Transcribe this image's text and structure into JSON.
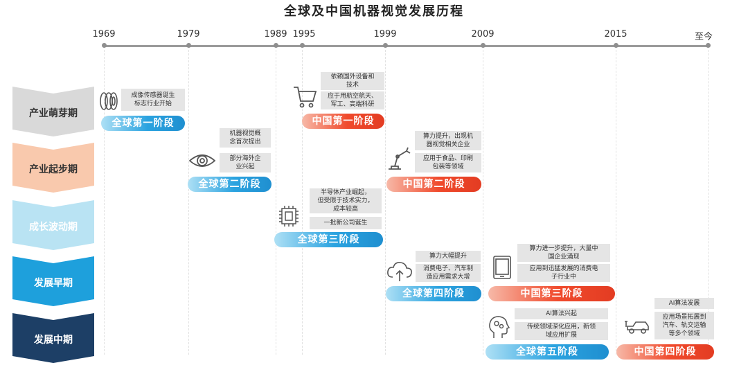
{
  "title": "全球及中国机器视觉发展历程",
  "timeline": {
    "years": [
      "1969",
      "1979",
      "1989",
      "1995",
      "1999",
      "2009",
      "2015",
      "至今"
    ]
  },
  "phases": [
    {
      "label": "产业萌芽期",
      "color": "#d9d9d9",
      "text_color": "#333333"
    },
    {
      "label": "产业起步期",
      "color": "#f9c9ad",
      "text_color": "#333333"
    },
    {
      "label": "成长波动期",
      "color": "#b9e3f3",
      "text_color": "#ffffff"
    },
    {
      "label": "发展早期",
      "color": "#1ea0dc",
      "text_color": "#ffffff"
    },
    {
      "label": "发展中期",
      "color": "#1d3f66",
      "text_color": "#ffffff"
    }
  ],
  "stages": {
    "global1": "全球第一阶段",
    "global2": "全球第二阶段",
    "global3": "全球第三阶段",
    "global4": "全球第四阶段",
    "global5": "全球第五阶段",
    "china1": "中国第一阶段",
    "china2": "中国第二阶段",
    "china3": "中国第三阶段",
    "china4": "中国第四阶段"
  },
  "notes": {
    "g1a": "成像传感器诞生\n标志行业开始",
    "g2a": "机器视觉概\n念首次提出",
    "g2b": "部分海外企\n业兴起",
    "g3a": "半导体产业崛起，\n但受限于技术实力，\n成本较高",
    "g3b": "一批新公司诞生",
    "g4a": "算力大幅提升",
    "g4b": "消费电子、汽车制\n造应用需求大增",
    "g5a": "AI算法兴起",
    "g5b": "传统领域深化应用，新领\n域应用扩展",
    "c1a": "依赖国外设备和\n技术",
    "c1b": "应于用航空航天、\n军工、高端科研",
    "c2a": "算力提升，出现机\n器视觉相关企业",
    "c2b": "应用于食品、印刷\n包装等领域",
    "c3a": "算力进一步提升，大量中\n国企业涌现",
    "c3b": "应用到迅猛发展的消费电\n子行业中",
    "c4a": "AI算法发展",
    "c4b": "应用场景拓展到\n汽车、轨交运输\n等多个领域"
  },
  "icons": [
    "camera-lens-icon",
    "eye-icon",
    "chip-icon",
    "cloud-upload-icon",
    "ai-head-icon",
    "shopping-cart-icon",
    "robot-arm-icon",
    "tablet-icon",
    "electric-car-icon"
  ],
  "colors": {
    "global": "#2ba3e0",
    "china": "#f04a2c",
    "note_bg": "#e5e5e5"
  }
}
